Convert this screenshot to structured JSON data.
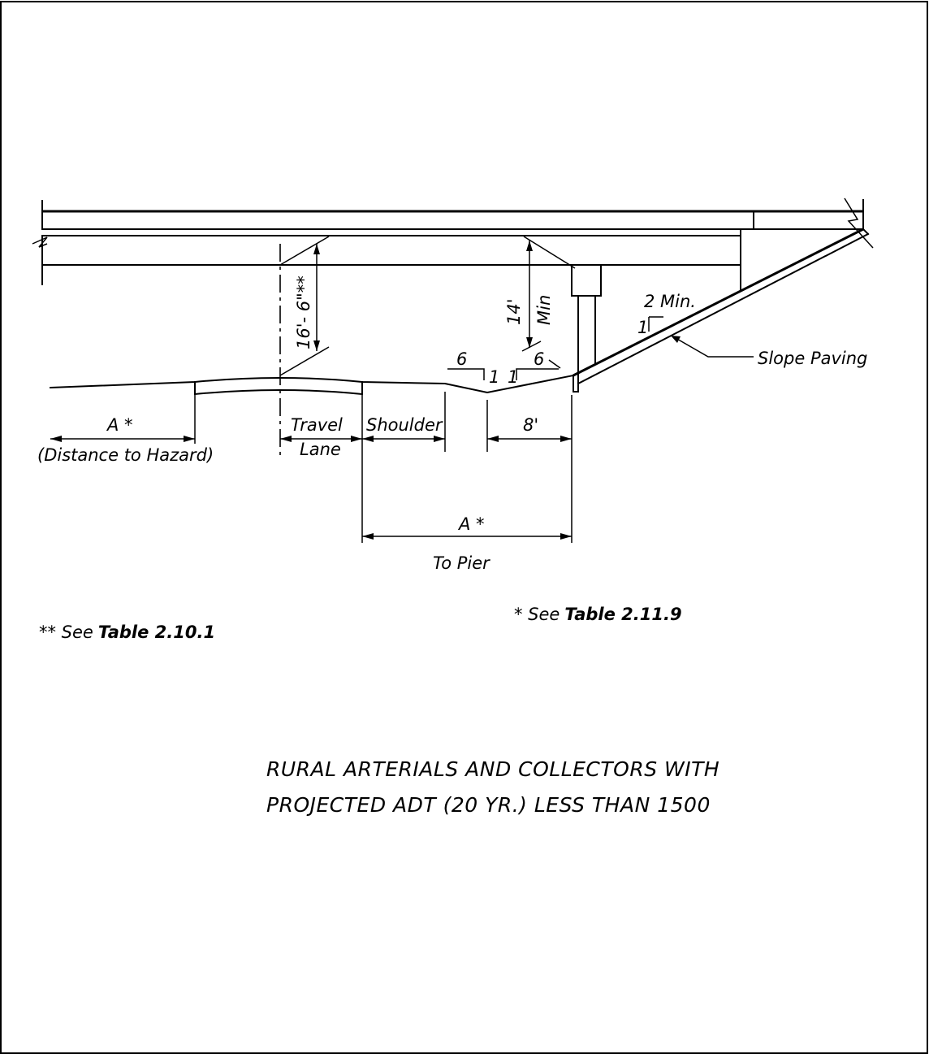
{
  "labels": {
    "clearance_vertical": "16'- 6\"**",
    "min_clearance_value": "14'",
    "min_clearance_label": "Min",
    "slope_ratio_a": "2 Min.",
    "slope_ratio_b": "1",
    "slope_paving": "Slope Paving",
    "ditch_left_slope": "6",
    "ditch_left_one": "1",
    "ditch_right_one": "1",
    "ditch_right_slope": "6",
    "distance_a": "A *",
    "distance_to_hazard": "(Distance to Hazard)",
    "travel": "Travel",
    "lane": "Lane",
    "shoulder": "Shoulder",
    "eight_ft": "8'",
    "a_to_pier": "A *",
    "to_pier": "To Pier"
  },
  "notes": {
    "note1_prefix": "** See",
    "note1_ref": "Table 2.10.1",
    "note2_prefix": "* See",
    "note2_ref": "Table 2.11.9"
  },
  "title": {
    "line1": "RURAL ARTERIALS AND COLLECTORS WITH",
    "line2": "PROJECTED ADT (20 YR.) LESS THAN 1500"
  }
}
